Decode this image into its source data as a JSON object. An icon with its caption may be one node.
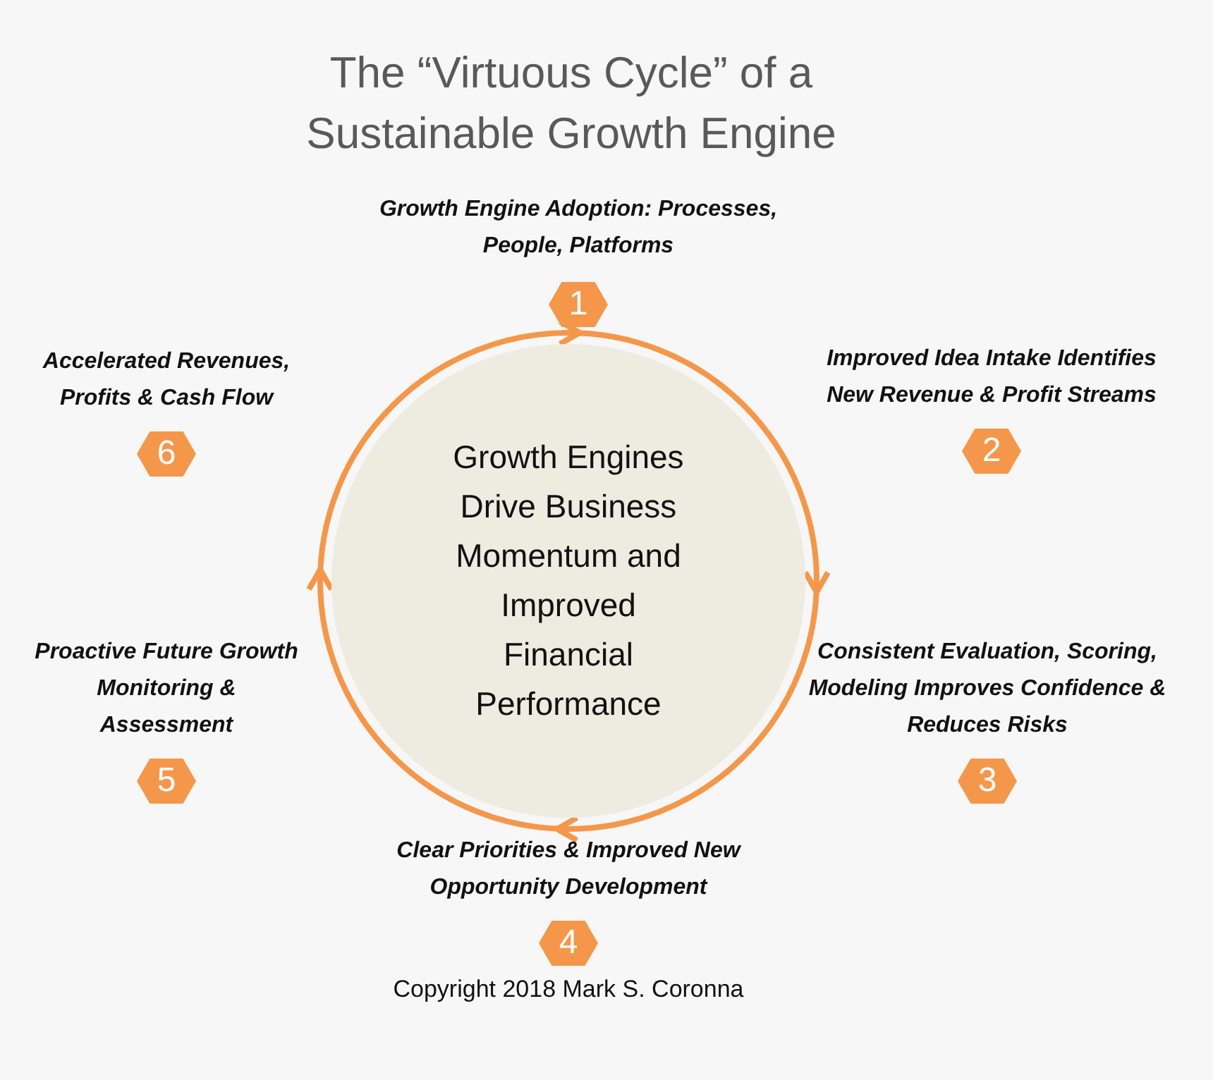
{
  "diagram": {
    "title": "The “Virtuous Cycle” of a Sustainable Growth Engine",
    "nodes": [
      {
        "text": [
          "Growth Engines Drive Business Momentum and Improved Financial Performance"
        ]
      },
      {
        "text": [
          "Growth Engine Adoption: Processes, People, Platforms",
          "1"
        ]
      },
      {
        "text": [
          "Improved Idea Intake Identifies New Revenue & Profit Streams",
          "2"
        ]
      },
      {
        "text": [
          "Consistent Evaluation, Scoring, Modeling Improves Confidence & Reduces Risks",
          "3"
        ]
      },
      {
        "text": [
          "Clear Priorities & Improved New Opportunity Development",
          "4"
        ]
      },
      {
        "text": [
          "Proactive Future Growth Monitoring & Assessment",
          "5"
        ]
      },
      {
        "text": [
          "Accelerated Revenues, Profits & Cash Flow",
          "6"
        ]
      }
    ],
    "labels": [
      "Copyright 2018 Mark S. Coronna"
    ]
  }
}
